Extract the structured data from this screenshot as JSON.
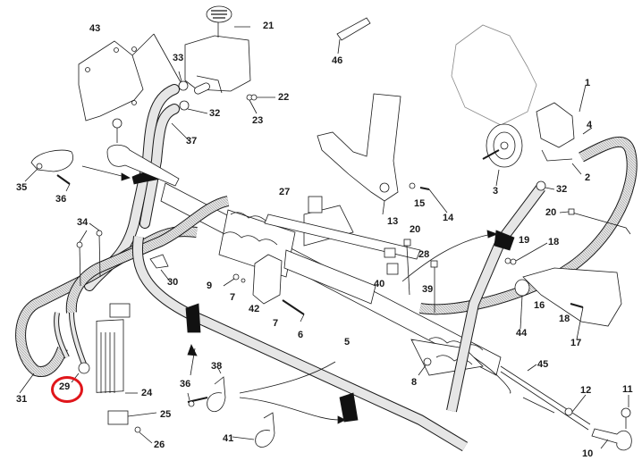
{
  "diagram": {
    "title": "Power steering system exploded parts diagram",
    "highlight_color": "#e0161b",
    "line_color": "#1a1a1a",
    "hose_fill": "#d9d9d9",
    "highlighted_part": "29",
    "callouts": [
      {
        "id": "43",
        "label": "43",
        "part": "bracket-plate"
      },
      {
        "id": "21",
        "label": "21",
        "part": "reservoir"
      },
      {
        "id": "46",
        "label": "46",
        "part": "strip-pad"
      },
      {
        "id": "33",
        "label": "33",
        "part": "hose-clip"
      },
      {
        "id": "22",
        "label": "22",
        "part": "nut"
      },
      {
        "id": "32a",
        "label": "32",
        "part": "hose-clip"
      },
      {
        "id": "23",
        "label": "23",
        "part": "washer"
      },
      {
        "id": "37",
        "label": "37",
        "part": "return-hose"
      },
      {
        "id": "1",
        "label": "1",
        "part": "steering-pump"
      },
      {
        "id": "4",
        "label": "4",
        "part": "bolt"
      },
      {
        "id": "2",
        "label": "2",
        "part": "pipe-union"
      },
      {
        "id": "3",
        "label": "3",
        "part": "pulley"
      },
      {
        "id": "32b",
        "label": "32",
        "part": "hose-clip"
      },
      {
        "id": "35",
        "label": "35",
        "part": "clamp"
      },
      {
        "id": "36a",
        "label": "36",
        "part": "screw"
      },
      {
        "id": "27",
        "label": "27",
        "part": "pipe"
      },
      {
        "id": "15",
        "label": "15",
        "part": "washer"
      },
      {
        "id": "14",
        "label": "14",
        "part": "bolt"
      },
      {
        "id": "13",
        "label": "13",
        "part": "heat-shield"
      },
      {
        "id": "20a",
        "label": "20",
        "part": "cable-tie"
      },
      {
        "id": "34",
        "label": "34",
        "part": "cable-tie"
      },
      {
        "id": "20b",
        "label": "20",
        "part": "cable-tie"
      },
      {
        "id": "28",
        "label": "28",
        "part": "bush"
      },
      {
        "id": "19",
        "label": "19",
        "part": "washer"
      },
      {
        "id": "18a",
        "label": "18",
        "part": "nut"
      },
      {
        "id": "30",
        "label": "30",
        "part": "clip"
      },
      {
        "id": "9",
        "label": "9",
        "part": "nut"
      },
      {
        "id": "7a",
        "label": "7",
        "part": "washer"
      },
      {
        "id": "42",
        "label": "42",
        "part": "mounting-bracket"
      },
      {
        "id": "40",
        "label": "40",
        "part": "nut"
      },
      {
        "id": "39",
        "label": "39",
        "part": "clip"
      },
      {
        "id": "16",
        "label": "16",
        "part": "bracket"
      },
      {
        "id": "7b",
        "label": "7",
        "part": "washer"
      },
      {
        "id": "6",
        "label": "6",
        "part": "bolt"
      },
      {
        "id": "5",
        "label": "5",
        "part": "steering-rack"
      },
      {
        "id": "44",
        "label": "44",
        "part": "clamp"
      },
      {
        "id": "18b",
        "label": "18",
        "part": "washer"
      },
      {
        "id": "17",
        "label": "17",
        "part": "bolt"
      },
      {
        "id": "38",
        "label": "38",
        "part": "p-clip"
      },
      {
        "id": "8",
        "label": "8",
        "part": "bush"
      },
      {
        "id": "45",
        "label": "45",
        "part": "gaiter"
      },
      {
        "id": "36b",
        "label": "36",
        "part": "screw"
      },
      {
        "id": "31",
        "label": "31",
        "part": "feed-hose"
      },
      {
        "id": "29",
        "label": "29",
        "part": "cooler-hose"
      },
      {
        "id": "24",
        "label": "24",
        "part": "oil-cooler"
      },
      {
        "id": "25",
        "label": "25",
        "part": "cooler-mount"
      },
      {
        "id": "26",
        "label": "26",
        "part": "nut"
      },
      {
        "id": "12",
        "label": "12",
        "part": "locknut"
      },
      {
        "id": "11",
        "label": "11",
        "part": "nut"
      },
      {
        "id": "41",
        "label": "41",
        "part": "p-clip"
      },
      {
        "id": "10",
        "label": "10",
        "part": "track-rod-end"
      }
    ]
  }
}
